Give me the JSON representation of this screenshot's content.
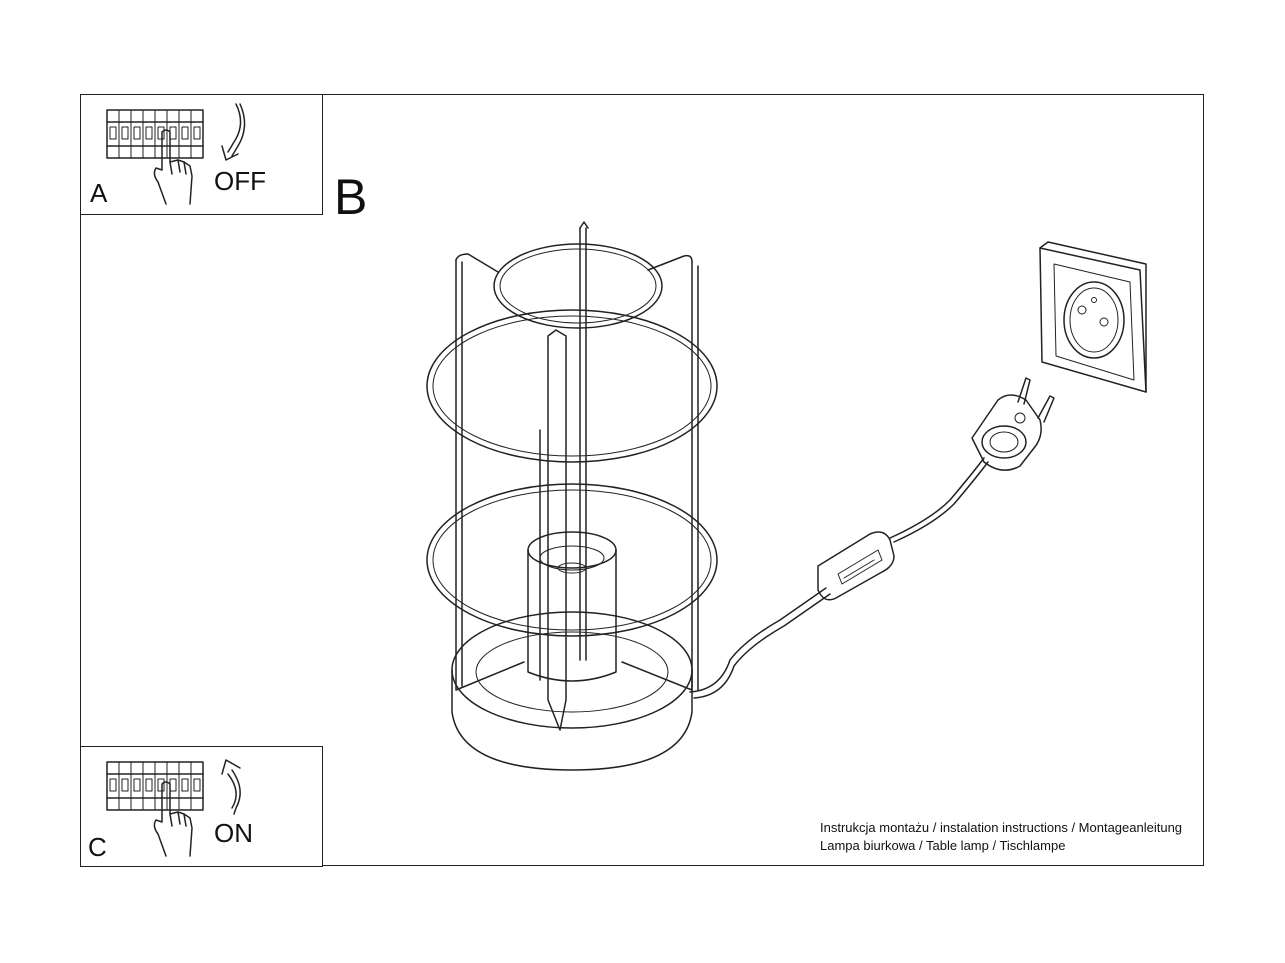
{
  "steps": {
    "a": {
      "letter": "A",
      "state": "OFF"
    },
    "b": {
      "letter": "B"
    },
    "c": {
      "letter": "C",
      "state": "ON"
    }
  },
  "caption": {
    "line1": "Instrukcja montażu / instalation instructions / Montageanleitung",
    "line2": "Lampa biurkowa / Table lamp / Tischlampe"
  },
  "icons": [
    "breaker-panel-icon",
    "hand-icon",
    "arrow-down-icon",
    "arrow-up-icon",
    "table-lamp-illustration",
    "plug-icon",
    "wall-socket-icon",
    "cord-switch-icon"
  ],
  "colors": {
    "line": "#222222",
    "background": "#ffffff"
  }
}
